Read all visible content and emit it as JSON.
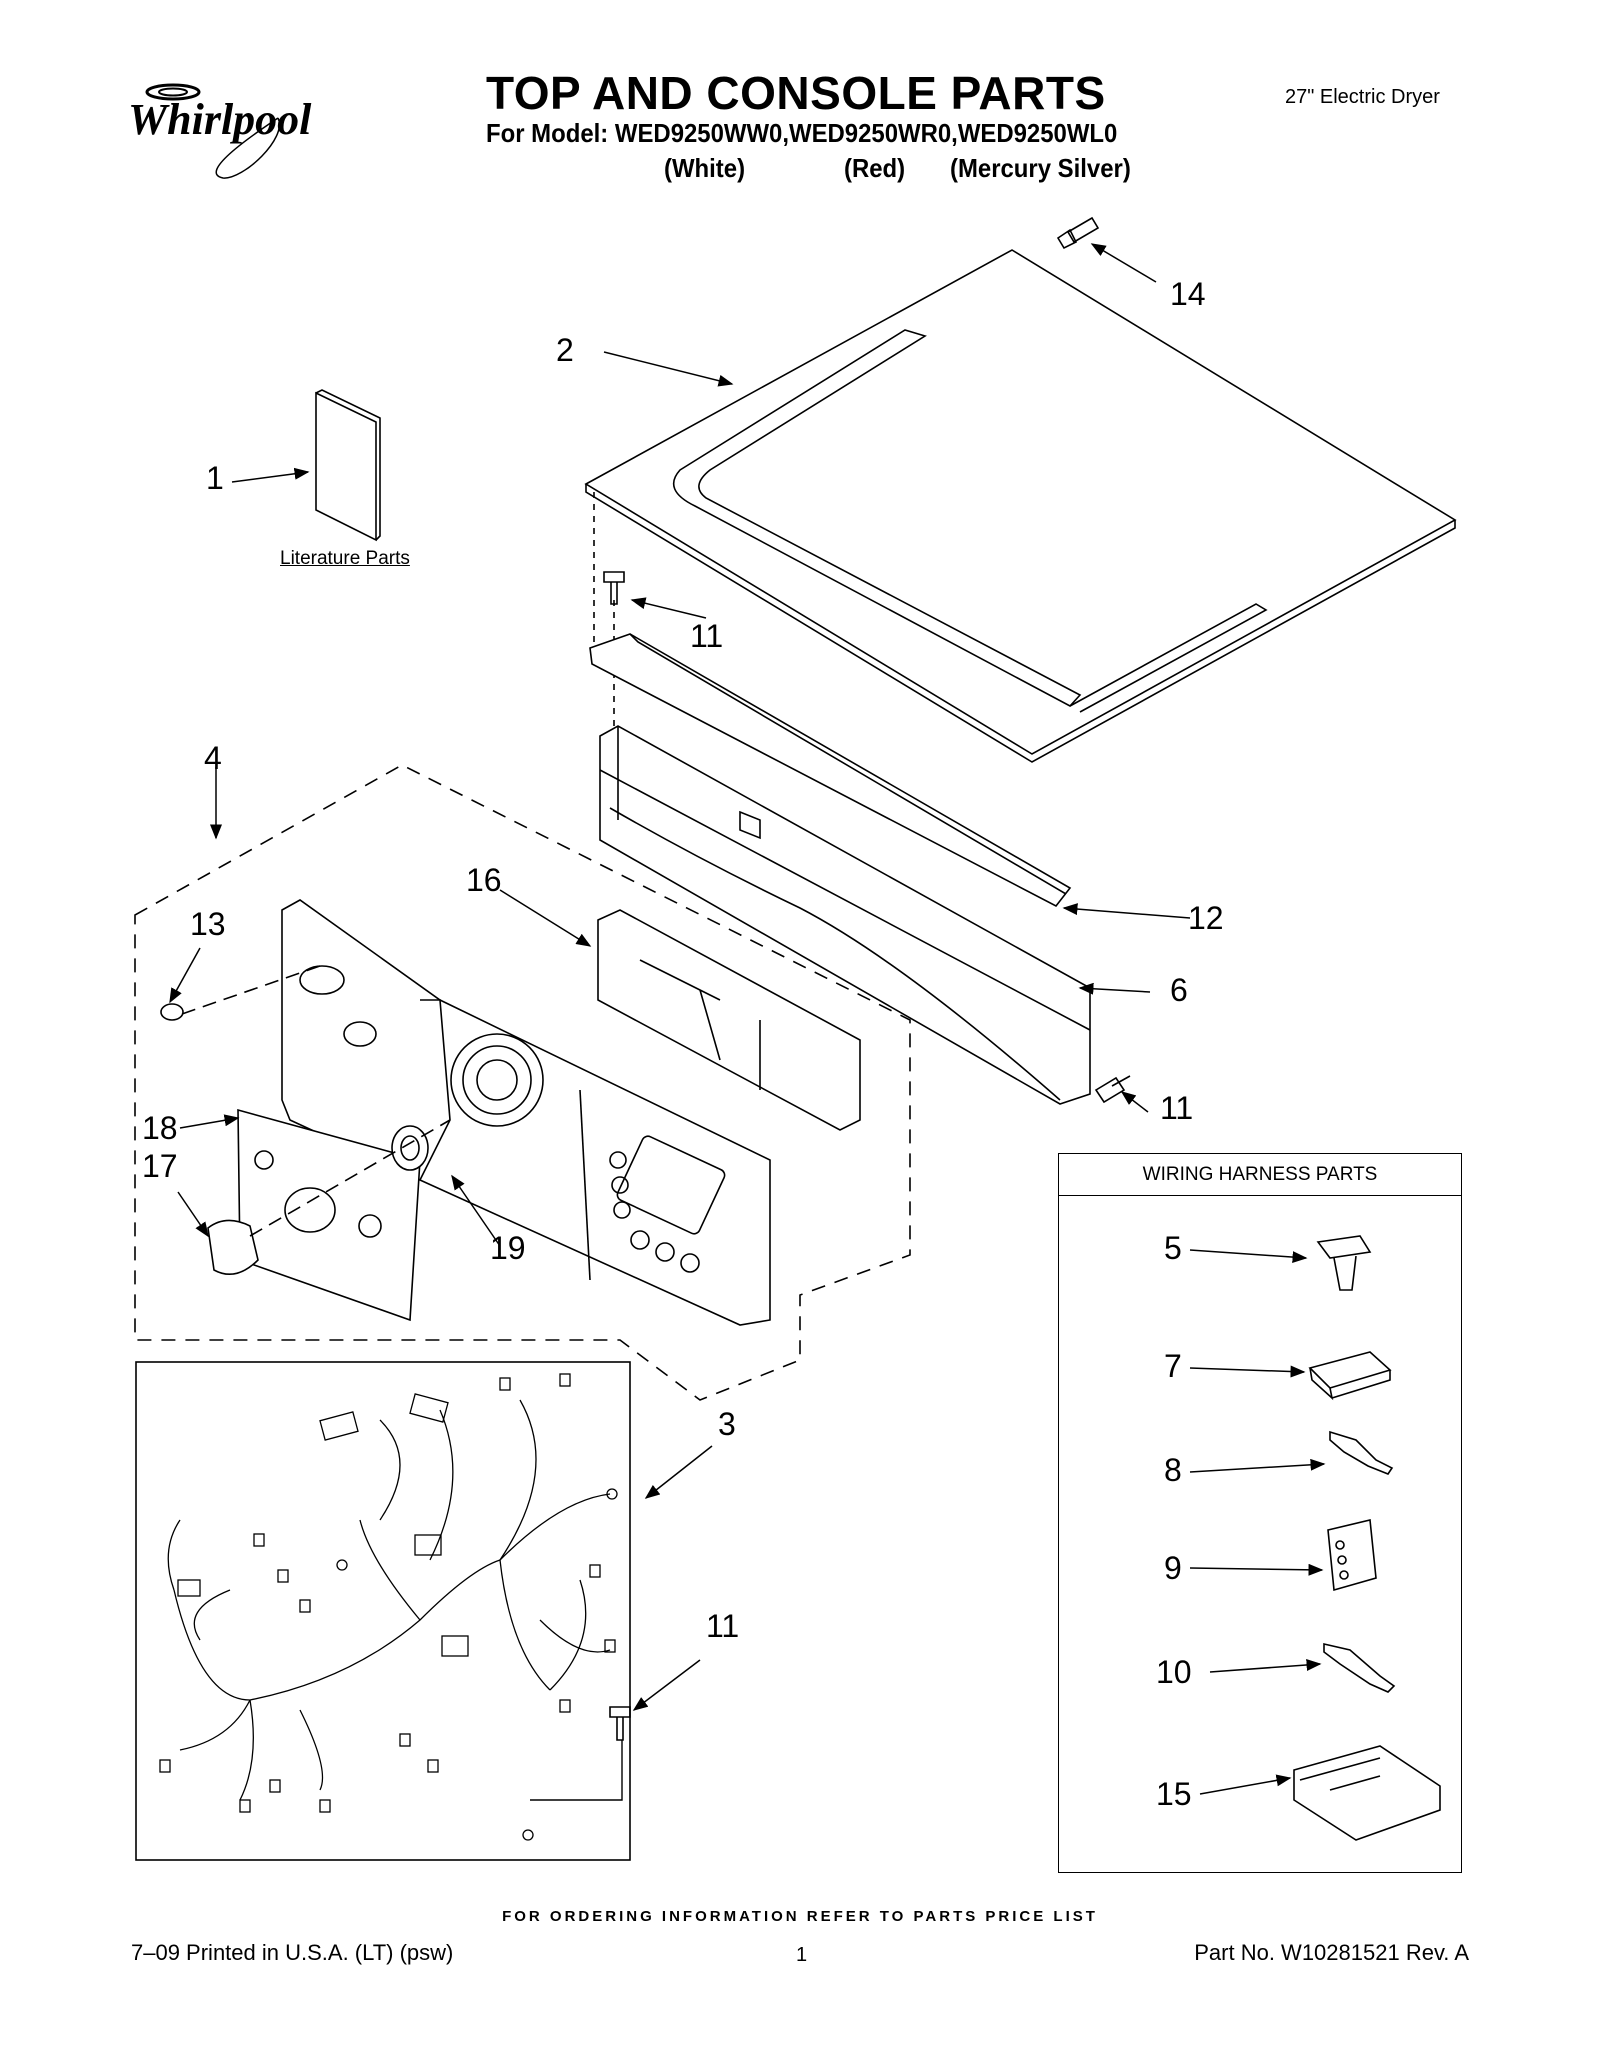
{
  "header": {
    "brand_logo": "Whirlpool",
    "title": "TOP AND CONSOLE PARTS",
    "model_line": "For Model: WED9250WW0,WED9250WR0,WED9250WL0",
    "colors": [
      "(White)",
      "(Red)",
      "(Mercury Silver)"
    ],
    "product_type": "27\" Electric Dryer"
  },
  "literature_label": "Literature Parts",
  "harness_box_title": "WIRING HARNESS PARTS",
  "callouts": {
    "c1": "1",
    "c2": "2",
    "c3": "3",
    "c4": "4",
    "c5": "5",
    "c6": "6",
    "c7": "7",
    "c8": "8",
    "c9": "9",
    "c10": "10",
    "c11a": "11",
    "c11b": "11",
    "c11c": "11",
    "c12": "12",
    "c13": "13",
    "c14": "14",
    "c15": "15",
    "c16": "16",
    "c17": "17",
    "c18": "18",
    "c19": "19"
  },
  "footer": {
    "ordering_note": "FOR ORDERING INFORMATION REFER TO PARTS PRICE LIST",
    "print_info": "7–09 Printed in U.S.A. (LT) (psw)",
    "page_number": "1",
    "part_number": "Part No. W10281521 Rev. A"
  }
}
